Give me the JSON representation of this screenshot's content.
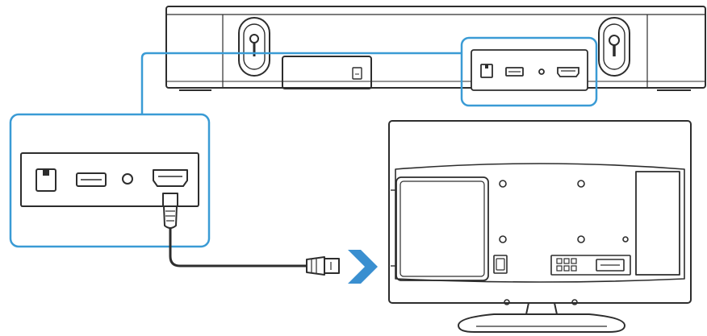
{
  "diagram": {
    "type": "soundbar-to-tv-hdmi-connection",
    "components": [
      "soundbar-rear-panel",
      "port-callout-zoom",
      "hdmi-cable",
      "tv-rear-panel",
      "direction-arrow"
    ],
    "ports": [
      "optical-port",
      "usb-port",
      "aux-port",
      "hdmi-port"
    ],
    "colors": {
      "outline": "#2d2d2d",
      "callout": "#3a9bd5",
      "arrow": "#3a8fd0",
      "panel_fill": "#ffffff",
      "inner_fill": "#f4f4f4"
    },
    "icons": {
      "optical": "optical-port-icon",
      "usb": "usb-port-icon",
      "aux": "aux-port-icon",
      "hdmi": "hdmi-port-icon",
      "arrow": "chevron-right-icon"
    }
  }
}
